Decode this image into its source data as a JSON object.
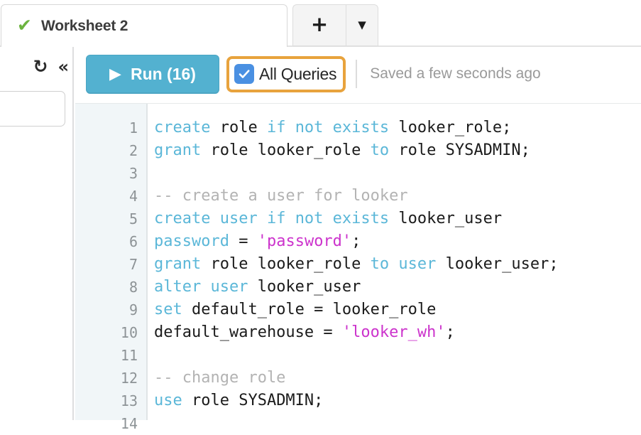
{
  "tabbar": {
    "active_tab": {
      "label": "Worksheet 2",
      "status_icon": "check-icon",
      "status_color": "#6cb33f"
    },
    "add_tab_label": "+",
    "tab_menu_caret": "▼"
  },
  "sidebar": {
    "refresh_icon": "↻",
    "collapse_icon": "«",
    "search_value": "",
    "search_placeholder": ""
  },
  "toolbar": {
    "run_label": "Run (16)",
    "run_play_icon": "▶",
    "run_color": "#53b1d0",
    "all_queries_label": "All Queries",
    "all_queries_checked": true,
    "all_queries_checkbox_color": "#4a90e2",
    "all_queries_focus_color": "#e8a33d",
    "saved_status": "Saved a few seconds ago"
  },
  "editor": {
    "language": "sql",
    "gutter_numbers": [
      "1",
      "2",
      "3",
      "4",
      "5",
      "6",
      "7",
      "8",
      "9",
      "10",
      "11",
      "12",
      "13",
      "14"
    ],
    "colors": {
      "keyword": "#5bb7d8",
      "string": "#cc33cc",
      "comment": "#b3b3b3",
      "plain": "#1b1b1b",
      "gutter_bg": "#f1f6f8",
      "gutter_text": "#8d9396"
    },
    "lines": [
      {
        "n": 1,
        "tokens": [
          {
            "t": "create ",
            "c": "kw"
          },
          {
            "t": "role ",
            "c": "pln"
          },
          {
            "t": "if not exists ",
            "c": "kw"
          },
          {
            "t": "looker_role;",
            "c": "pln"
          }
        ]
      },
      {
        "n": 2,
        "tokens": [
          {
            "t": "grant ",
            "c": "kw"
          },
          {
            "t": "role looker_role ",
            "c": "pln"
          },
          {
            "t": "to ",
            "c": "kw"
          },
          {
            "t": "role SYSADMIN;",
            "c": "pln"
          }
        ]
      },
      {
        "n": 3,
        "tokens": []
      },
      {
        "n": 4,
        "tokens": [
          {
            "t": "-- create a user for looker",
            "c": "cmt"
          }
        ]
      },
      {
        "n": 5,
        "tokens": [
          {
            "t": "create user ",
            "c": "kw"
          },
          {
            "t": "",
            "c": "pln"
          },
          {
            "t": "if not exists ",
            "c": "kw"
          },
          {
            "t": "looker_user",
            "c": "pln"
          }
        ]
      },
      {
        "n": 6,
        "tokens": [
          {
            "t": "password ",
            "c": "kw"
          },
          {
            "t": "= ",
            "c": "pln"
          },
          {
            "t": "'password'",
            "c": "str"
          },
          {
            "t": ";",
            "c": "pln"
          }
        ]
      },
      {
        "n": 7,
        "tokens": [
          {
            "t": "grant ",
            "c": "kw"
          },
          {
            "t": "role looker_role ",
            "c": "pln"
          },
          {
            "t": "to user ",
            "c": "kw"
          },
          {
            "t": "looker_user;",
            "c": "pln"
          }
        ]
      },
      {
        "n": 8,
        "tokens": [
          {
            "t": "alter user ",
            "c": "kw"
          },
          {
            "t": "looker_user",
            "c": "pln"
          }
        ]
      },
      {
        "n": 9,
        "tokens": [
          {
            "t": "set ",
            "c": "kw"
          },
          {
            "t": "default_role = looker_role",
            "c": "pln"
          }
        ]
      },
      {
        "n": 10,
        "tokens": [
          {
            "t": "default_warehouse = ",
            "c": "pln"
          },
          {
            "t": "'looker_wh'",
            "c": "str"
          },
          {
            "t": ";",
            "c": "pln"
          }
        ]
      },
      {
        "n": 11,
        "tokens": []
      },
      {
        "n": 12,
        "tokens": [
          {
            "t": "-- change role",
            "c": "cmt"
          }
        ]
      },
      {
        "n": 13,
        "tokens": [
          {
            "t": "use ",
            "c": "kw"
          },
          {
            "t": "role SYSADMIN;",
            "c": "pln"
          }
        ]
      },
      {
        "n": 14,
        "tokens": []
      }
    ]
  }
}
